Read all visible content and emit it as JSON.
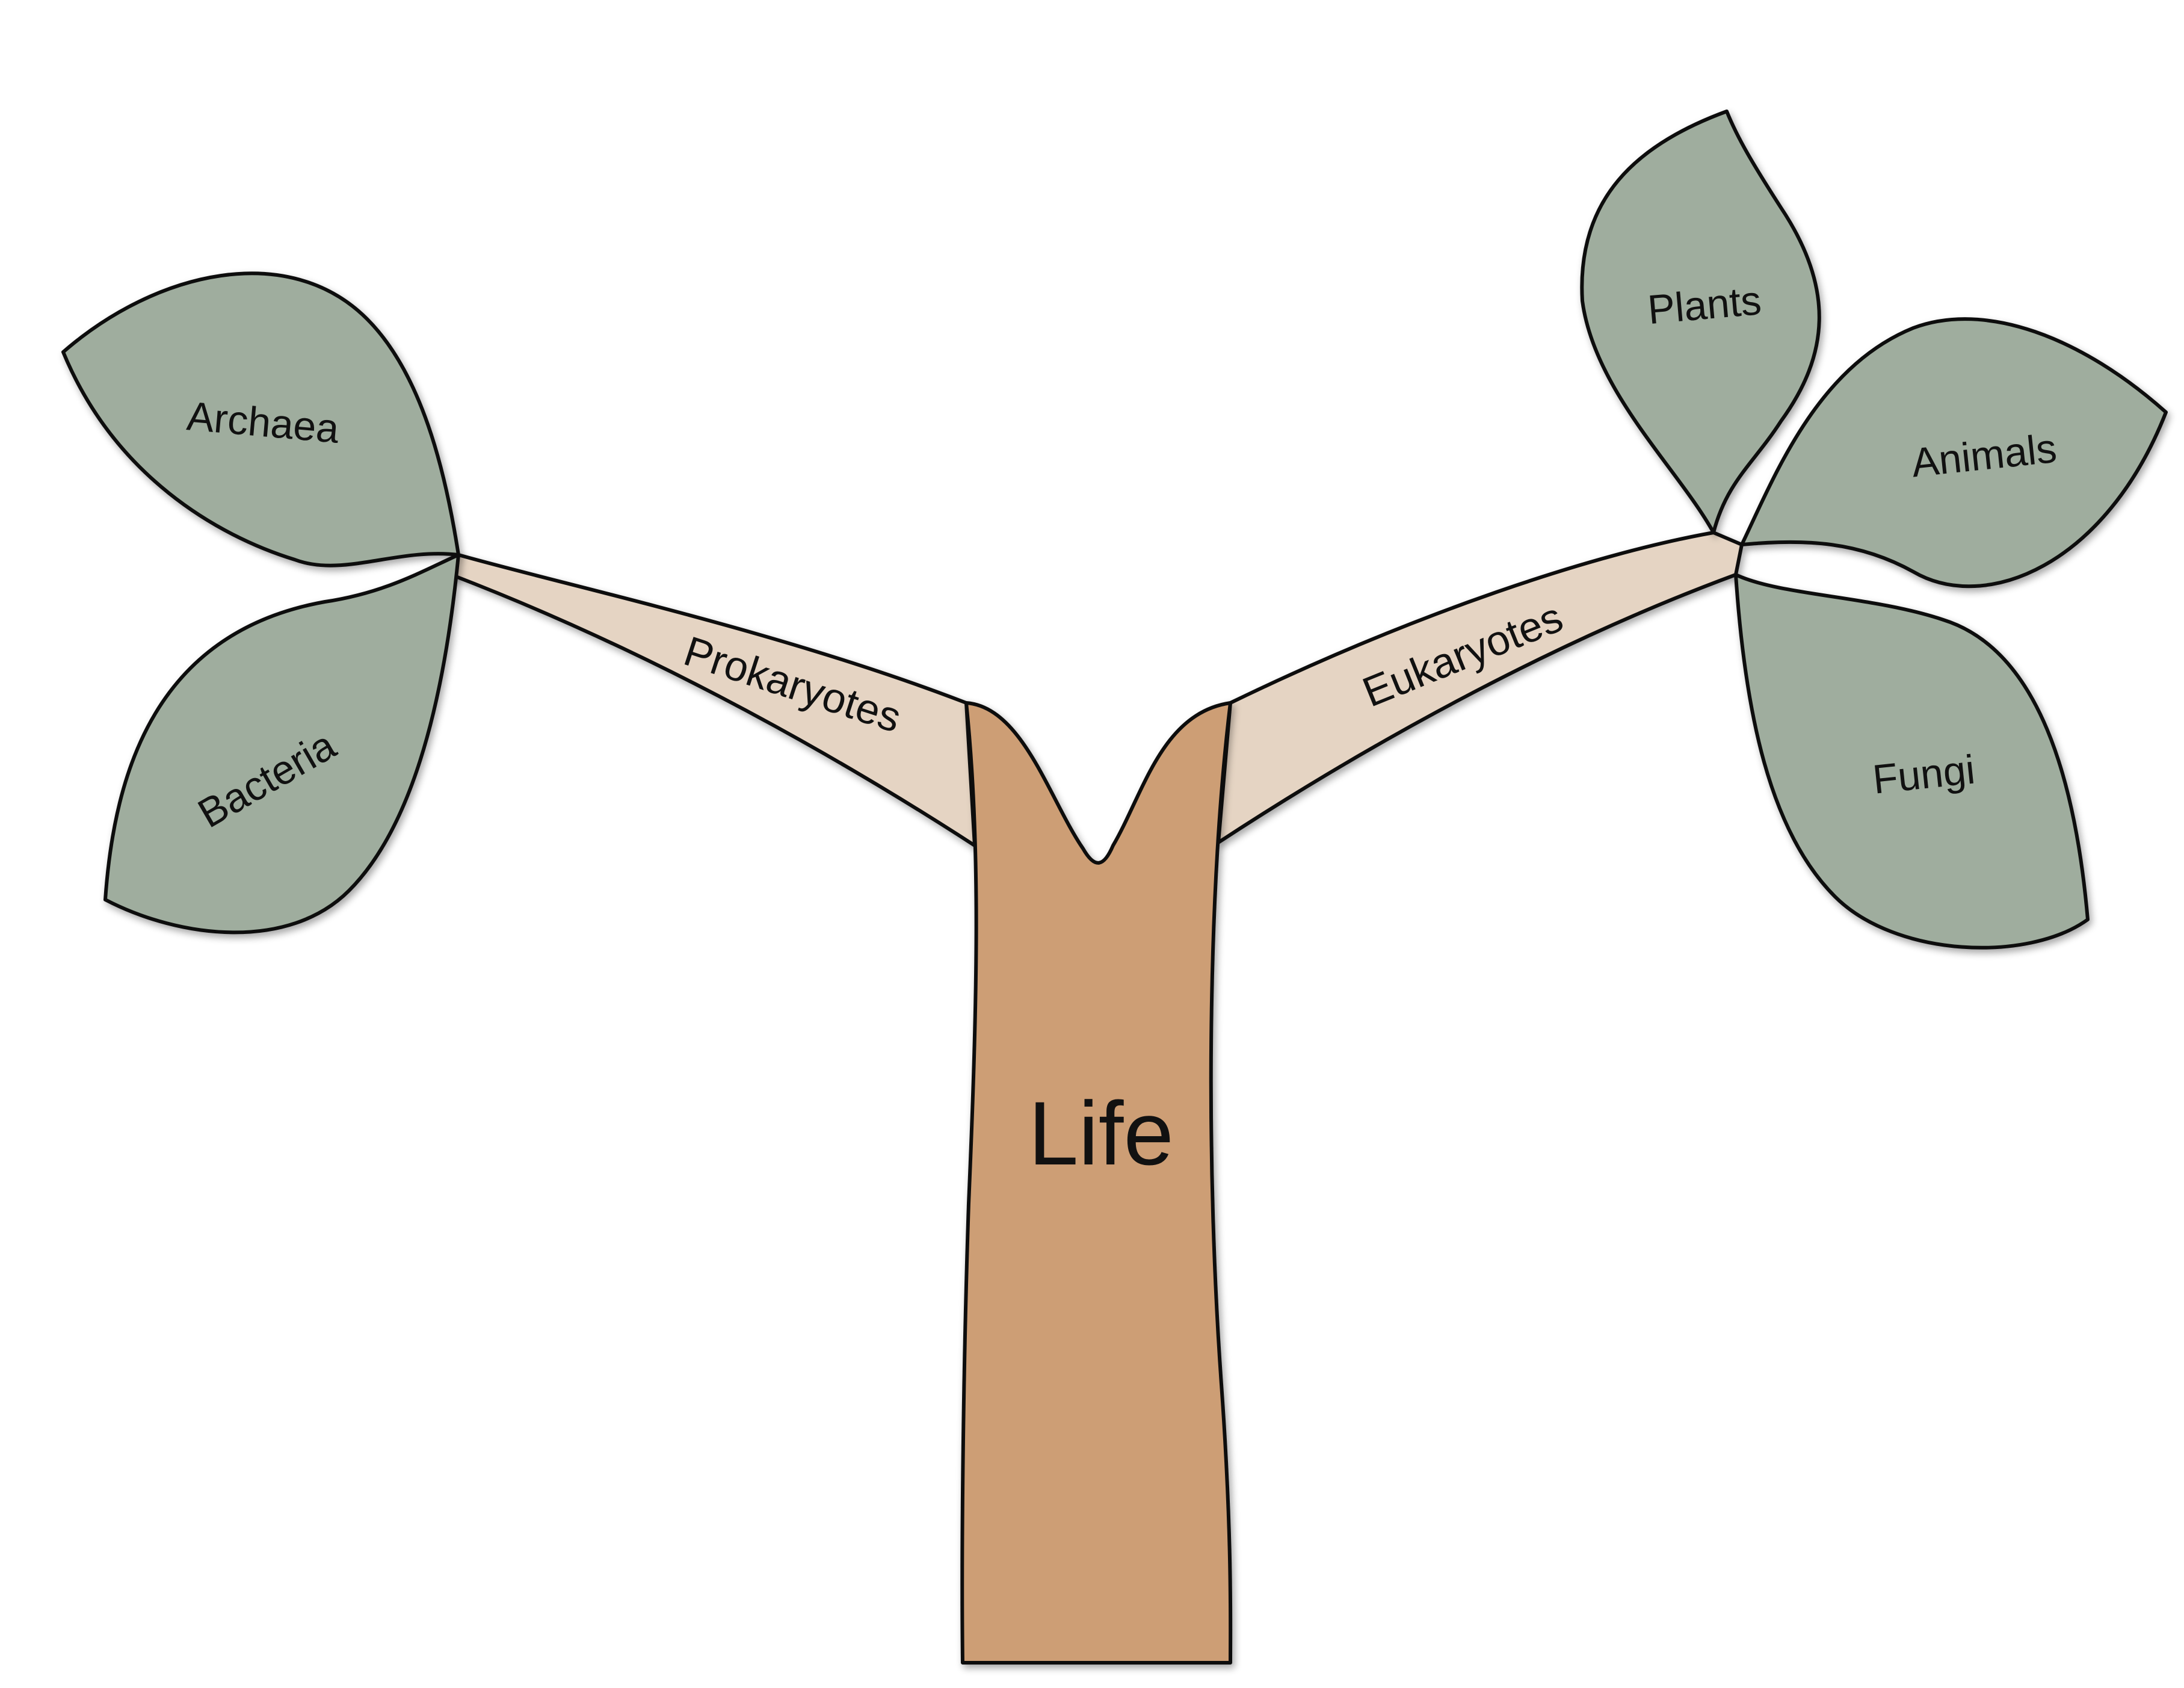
{
  "diagram": {
    "trunk": {
      "label": "Life",
      "color": "#cd9e74"
    },
    "branches": {
      "color": "#e5d4c3",
      "left": {
        "label": "Prokaryotes"
      },
      "right": {
        "label": "Eukaryotes"
      }
    },
    "leaves": {
      "color": "#9fad9e",
      "archaea": {
        "label": "Archaea"
      },
      "bacteria": {
        "label": "Bacteria"
      },
      "plants": {
        "label": "Plants"
      },
      "animals": {
        "label": "Animals"
      },
      "fungi": {
        "label": "Fungi"
      }
    },
    "outline_color": "#111111"
  }
}
